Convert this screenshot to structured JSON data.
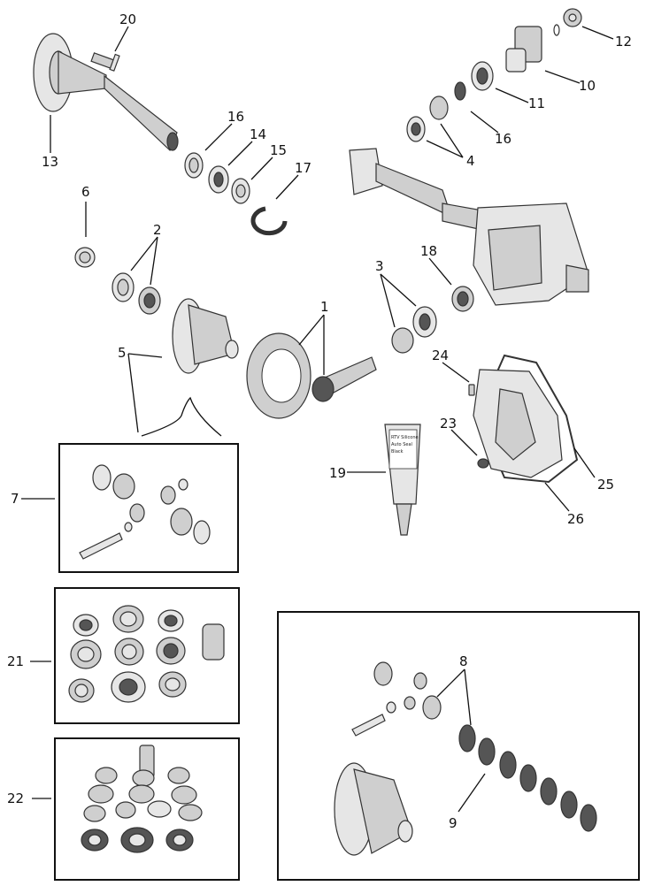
{
  "callouts": [
    {
      "id": "1",
      "text": "1"
    },
    {
      "id": "2",
      "text": "2"
    },
    {
      "id": "3",
      "text": "3"
    },
    {
      "id": "4",
      "text": "4"
    },
    {
      "id": "5",
      "text": "5"
    },
    {
      "id": "6",
      "text": "6"
    },
    {
      "id": "7",
      "text": "7"
    },
    {
      "id": "8",
      "text": "8"
    },
    {
      "id": "9",
      "text": "9"
    },
    {
      "id": "10",
      "text": "10"
    },
    {
      "id": "11",
      "text": "11"
    },
    {
      "id": "12",
      "text": "12"
    },
    {
      "id": "13",
      "text": "13"
    },
    {
      "id": "14",
      "text": "14"
    },
    {
      "id": "15",
      "text": "15"
    },
    {
      "id": "16a",
      "text": "16"
    },
    {
      "id": "16b",
      "text": "16"
    },
    {
      "id": "17",
      "text": "17"
    },
    {
      "id": "18",
      "text": "18"
    },
    {
      "id": "19",
      "text": "19"
    },
    {
      "id": "20",
      "text": "20"
    },
    {
      "id": "21",
      "text": "21"
    },
    {
      "id": "22",
      "text": "22"
    },
    {
      "id": "23",
      "text": "23"
    },
    {
      "id": "24",
      "text": "24"
    },
    {
      "id": "25",
      "text": "25"
    },
    {
      "id": "26",
      "text": "26"
    }
  ],
  "sealant_tube": {
    "line1": "RTV Silicone",
    "line2": "Auto Seal",
    "line3": "Black"
  }
}
